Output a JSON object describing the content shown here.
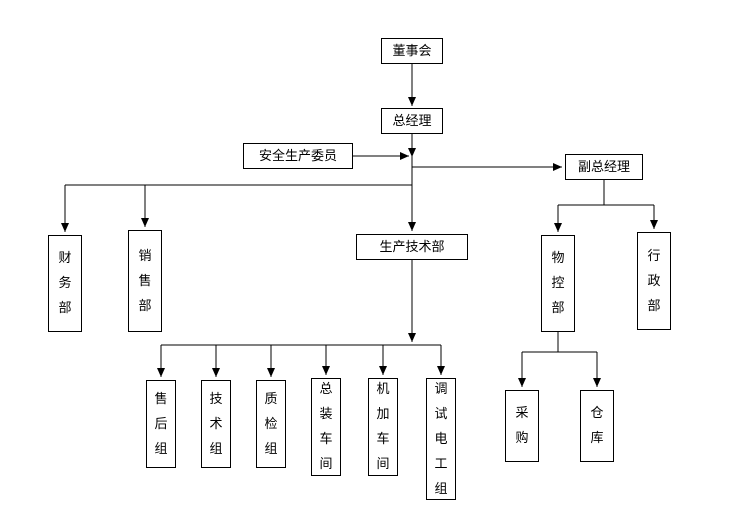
{
  "diagram": {
    "type": "org-chart",
    "nodes": {
      "board": {
        "label": "董事会"
      },
      "general_manager": {
        "label": "总经理"
      },
      "safety_committee": {
        "label": "安全生产委员"
      },
      "deputy_general_manager": {
        "label": "副总经理"
      },
      "finance_dept": {
        "label": "财务部"
      },
      "sales_dept": {
        "label": "销售部"
      },
      "production_tech_dept": {
        "label": "生产技术部"
      },
      "material_control_dept": {
        "label": "物控部"
      },
      "admin_dept": {
        "label": "行政部"
      },
      "after_sales_group": {
        "label": "售后组"
      },
      "technology_group": {
        "label": "技术组"
      },
      "quality_inspection_group": {
        "label": "质检组"
      },
      "assembly_workshop": {
        "label": "总装车间"
      },
      "machining_workshop": {
        "label": "机加车间"
      },
      "debug_electrician_group": {
        "label": "调试电工组"
      },
      "purchasing": {
        "label": "采购"
      },
      "warehouse": {
        "label": "仓库"
      }
    },
    "edges": [
      [
        "board",
        "general_manager"
      ],
      [
        "safety_committee",
        "general_manager"
      ],
      [
        "general_manager",
        "deputy_general_manager"
      ],
      [
        "general_manager",
        "finance_dept"
      ],
      [
        "general_manager",
        "sales_dept"
      ],
      [
        "general_manager",
        "production_tech_dept"
      ],
      [
        "deputy_general_manager",
        "material_control_dept"
      ],
      [
        "deputy_general_manager",
        "admin_dept"
      ],
      [
        "material_control_dept",
        "purchasing"
      ],
      [
        "material_control_dept",
        "warehouse"
      ],
      [
        "production_tech_dept",
        "after_sales_group"
      ],
      [
        "production_tech_dept",
        "technology_group"
      ],
      [
        "production_tech_dept",
        "quality_inspection_group"
      ],
      [
        "production_tech_dept",
        "assembly_workshop"
      ],
      [
        "production_tech_dept",
        "machining_workshop"
      ],
      [
        "production_tech_dept",
        "debug_electrician_group"
      ]
    ],
    "colors": {
      "line": "#000000",
      "box_border": "#000000",
      "box_fill": "#ffffff",
      "text": "#000000",
      "background": "#ffffff"
    }
  }
}
